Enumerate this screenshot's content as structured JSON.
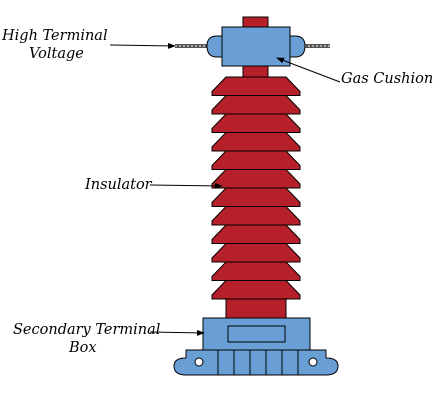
{
  "labels": {
    "high_terminal_voltage_line1": "High Terminal",
    "high_terminal_voltage_line2": "Voltage",
    "gas_cushion": "Gas Cushion",
    "insulator": "Insulator",
    "secondary_terminal_box_line1": "Secondary Terminal",
    "secondary_terminal_box_line2": "Box"
  },
  "colors": {
    "insulator_red": "#b5202a",
    "box_blue": "#6a9fd6",
    "outline": "#000000",
    "conductor_gray": "#7a7a7a",
    "background": "#ffffff"
  },
  "insulator_sheds": 12
}
